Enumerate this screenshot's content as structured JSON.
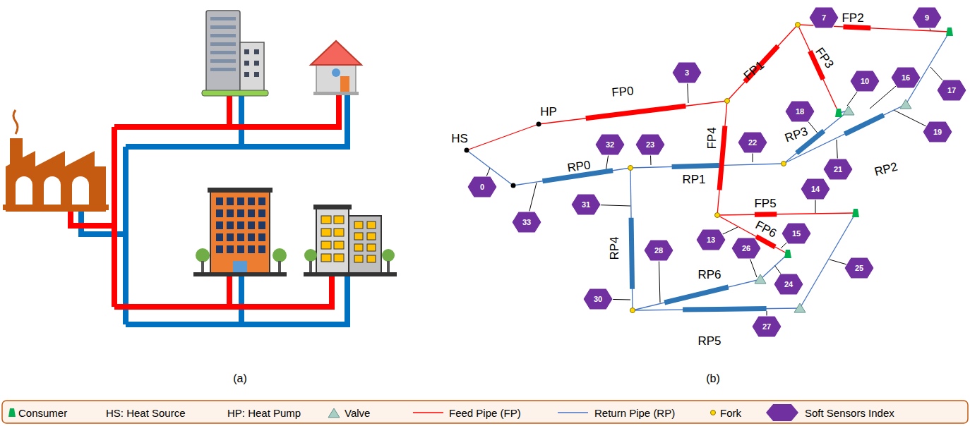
{
  "diagram": {
    "nodes": [
      {
        "text": [
          "7"
        ]
      },
      {
        "text": [
          "9"
        ]
      },
      {
        "text": [
          "3"
        ]
      },
      {
        "text": [
          "16"
        ]
      },
      {
        "text": [
          "10"
        ]
      },
      {
        "text": [
          "17"
        ]
      },
      {
        "text": [
          "18"
        ]
      },
      {
        "text": [
          "19"
        ]
      },
      {
        "text": [
          "32"
        ]
      },
      {
        "text": [
          "23"
        ]
      },
      {
        "text": [
          "22"
        ]
      },
      {
        "text": [
          "21"
        ]
      },
      {
        "text": [
          "0"
        ]
      },
      {
        "text": [
          "31"
        ]
      },
      {
        "text": [
          "14"
        ]
      },
      {
        "text": [
          "33"
        ]
      },
      {
        "text": [
          "15"
        ]
      },
      {
        "text": [
          "13"
        ]
      },
      {
        "text": [
          "26"
        ]
      },
      {
        "text": [
          "28"
        ]
      },
      {
        "text": [
          "24"
        ]
      },
      {
        "text": [
          "25"
        ]
      },
      {
        "text": [
          "30"
        ]
      },
      {
        "text": [
          "27"
        ]
      }
    ],
    "labels": [
      "(a)",
      "(b)",
      "HS",
      "HP",
      "FP0",
      "FP1",
      "FP2",
      "FP3",
      "FP4",
      "FP5",
      "FP6",
      "RP0",
      "RP1",
      "RP2",
      "RP3",
      "RP4",
      "RP5",
      "RP6"
    ],
    "legend": [
      {
        "text": "Consumer"
      },
      {
        "text": "HS: Heat Source"
      },
      {
        "text": "HP: Heat Pump"
      },
      {
        "text": "Valve"
      },
      {
        "text": "Feed Pipe (FP)"
      },
      {
        "text": "Return Pipe (RP)"
      },
      {
        "text": "Fork"
      },
      {
        "text": "Soft Sensors Index"
      }
    ]
  }
}
